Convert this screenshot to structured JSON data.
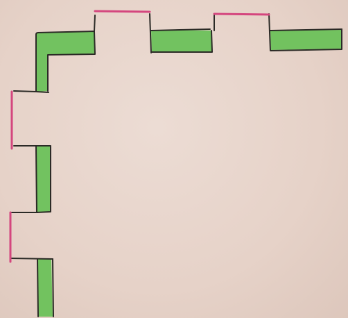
{
  "colors": {
    "paper": "#e7d3ca",
    "fill_green": "#6cc15a",
    "ink_black": "#2b2a26",
    "ink_magenta": "#d4467e"
  },
  "figure": {
    "description_elements": [
      "horizontal-border-segment",
      "vertical-border-segment",
      "magenta-gap-line"
    ]
  }
}
